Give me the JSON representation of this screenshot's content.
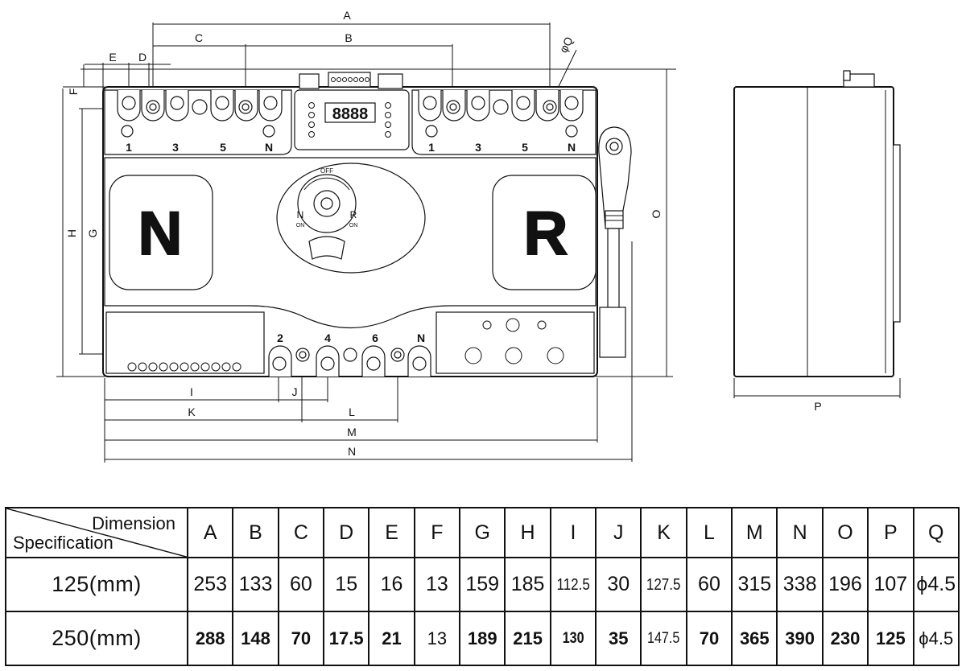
{
  "drawing": {
    "dim_letters": [
      "A",
      "B",
      "C",
      "D",
      "E",
      "F",
      "G",
      "H",
      "I",
      "J",
      "K",
      "L",
      "M",
      "N",
      "O",
      "P"
    ],
    "q_label": "φQ",
    "off_label": "OFF",
    "n_on": "N",
    "r_on": "R",
    "on_word": "ON",
    "big_n": "N",
    "big_r": "R",
    "display": "8888",
    "top_left_terminals": [
      "1",
      "3",
      "5",
      "N"
    ],
    "top_right_terminals": [
      "1",
      "3",
      "5",
      "N"
    ],
    "bottom_terminals": [
      "2",
      "4",
      "6",
      "N"
    ]
  },
  "table": {
    "corner_dimension": "Dimension",
    "corner_specification": "Specification",
    "columns": [
      "A",
      "B",
      "C",
      "D",
      "E",
      "F",
      "G",
      "H",
      "I",
      "J",
      "K",
      "L",
      "M",
      "N",
      "O",
      "P",
      "Q"
    ],
    "rows": [
      {
        "spec": "125(mm)",
        "values": [
          "253",
          "133",
          "60",
          "15",
          "16",
          "13",
          "159",
          "185",
          "112.5",
          "30",
          "127.5",
          "60",
          "315",
          "338",
          "196",
          "107",
          "ϕ4.5"
        ]
      },
      {
        "spec": "250(mm)",
        "values": [
          "288",
          "148",
          "70",
          "17.5",
          "21",
          "13",
          "189",
          "215",
          "130",
          "35",
          "147.5",
          "70",
          "365",
          "390",
          "230",
          "125",
          "ϕ4.5"
        ]
      }
    ]
  }
}
